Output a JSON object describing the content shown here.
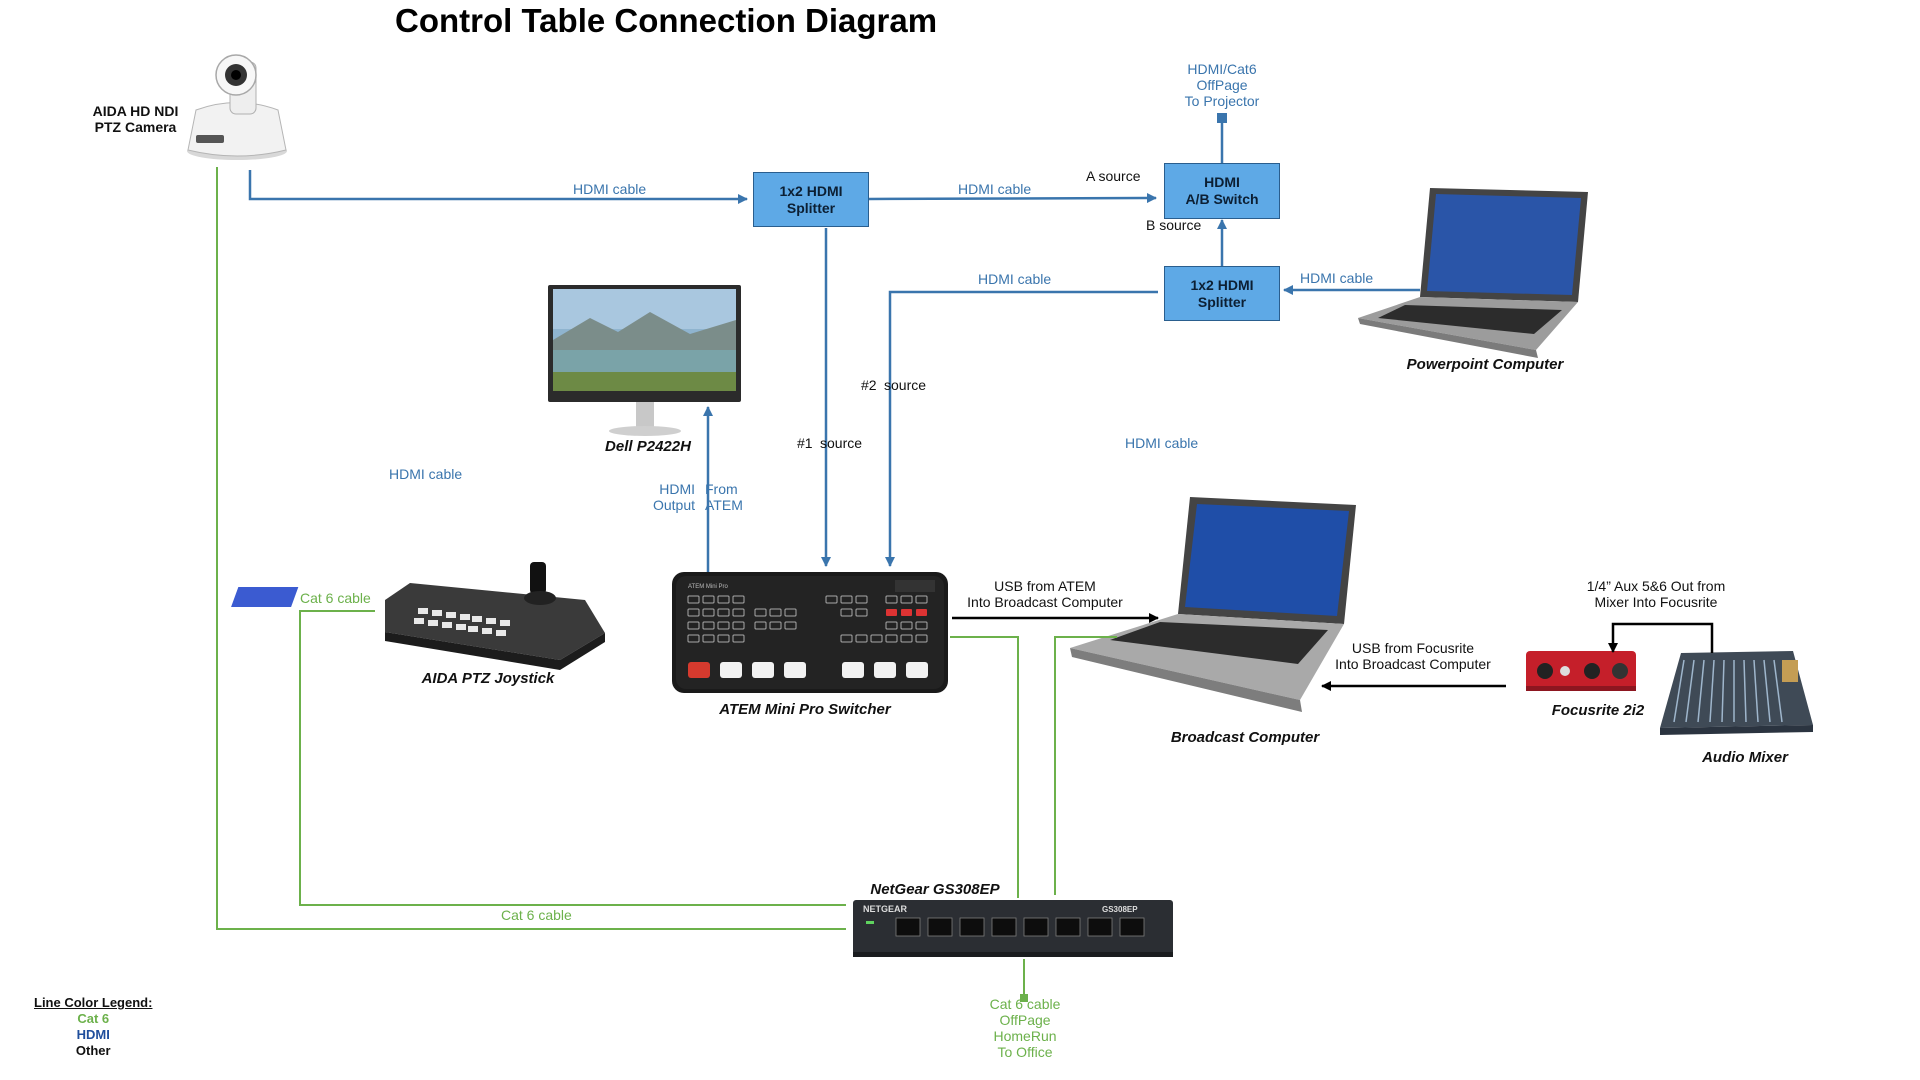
{
  "title": "Control Table Connection Diagram",
  "colors": {
    "cat6": "#6cb14b",
    "hdmi": "#3a75ad",
    "other": "#000000",
    "box_fill": "#5ea9e6",
    "box_border": "#2a5e8e"
  },
  "devices": {
    "camera": {
      "label_line1": "AIDA HD NDI",
      "label_line2": "PTZ Camera"
    },
    "monitor": {
      "label": "Dell P2422H"
    },
    "joystick": {
      "label": "AIDA PTZ Joystick"
    },
    "atem": {
      "label": "ATEM Mini Pro Switcher",
      "panel_text": "ATEM Mini Pro"
    },
    "ppt_computer": {
      "label": "Powerpoint Computer"
    },
    "broadcast_computer": {
      "label": "Broadcast Computer"
    },
    "focusrite": {
      "label": "Focusrite 2i2"
    },
    "audio_mixer": {
      "label": "Audio Mixer"
    },
    "netgear": {
      "label": "NetGear GS308EP",
      "brand": "NETGEAR",
      "model": "GS308EP"
    }
  },
  "boxes": {
    "splitter_1": {
      "line1": "1x2 HDMI",
      "line2": "Splitter"
    },
    "ab_switch": {
      "line1": "HDMI",
      "line2": "A/B Switch"
    },
    "splitter_2": {
      "line1": "1x2 HDMI",
      "line2": "Splitter"
    }
  },
  "labels": {
    "offpage_projector": [
      "HDMI/Cat6",
      "OffPage",
      "To Projector"
    ],
    "hdmi_cam_to_splitter": "HDMI cable",
    "hdmi_splitter_to_ab": "HDMI cable",
    "a_source": "A source",
    "b_source": "B source",
    "hdmi_splitter2_to_atem": "HDMI cable",
    "hdmi_ppt_to_splitter2": "HDMI cable",
    "src2_num": "#2",
    "src2_word": "source",
    "src1_num": "#1",
    "src1_word": "source",
    "hdmi_broadcast_note": "HDMI cable",
    "hdmi_left_note": "HDMI cable",
    "hdmi_output": [
      "HDMI",
      "Output"
    ],
    "from_atem": [
      "From",
      "ATEM"
    ],
    "cat6_joystick": "Cat 6 cable",
    "usb_atem": [
      "USB from ATEM",
      "Into Broadcast Computer"
    ],
    "usb_focusrite": [
      "USB from Focusrite",
      "Into Broadcast Computer"
    ],
    "aux_out": [
      "1/4” Aux 5&6 Out from",
      "Mixer Into Focusrite"
    ],
    "cat6_camera": "Cat 6 cable",
    "offpage_office": [
      "Cat 6 cable",
      "OffPage",
      "HomeRun",
      "To Office"
    ]
  },
  "legend": {
    "title": "Line Color Legend:",
    "cat6": "Cat 6",
    "hdmi": "HDMI",
    "other": "Other"
  }
}
